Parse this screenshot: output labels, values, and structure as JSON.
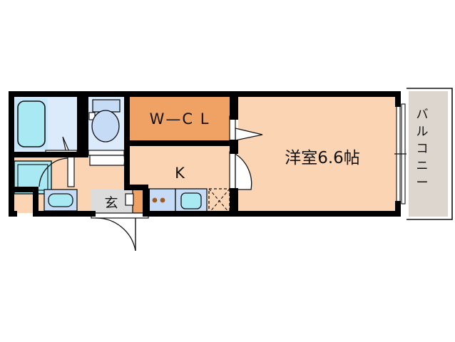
{
  "plan": {
    "title": "Apartment Floor Plan",
    "type": "1K",
    "rooms": [
      {
        "id": "main-room",
        "label": "洋室6.6帖",
        "kind": "western-room",
        "size_jo": 6.6,
        "fill": "#FBD5B3"
      },
      {
        "id": "walk-in-closet",
        "label": "W—C L",
        "kind": "walk-in-closet",
        "fill": "#F0A265"
      },
      {
        "id": "kitchen",
        "label": "K",
        "kind": "kitchen",
        "fill": "#FBD5B3"
      },
      {
        "id": "entrance",
        "label": "玄",
        "kind": "entrance",
        "fill": "#DCDCDC"
      },
      {
        "id": "balcony",
        "label": "バルコニー",
        "kind": "balcony",
        "fill": "#DDD6CE"
      },
      {
        "id": "bath",
        "label": "",
        "kind": "bathroom",
        "fill": "#DCEBFB"
      },
      {
        "id": "toilet",
        "label": "",
        "kind": "toilet",
        "fill": "#DCEBFB"
      },
      {
        "id": "washroom",
        "label": "",
        "kind": "washroom",
        "fill": "#FBD5B3"
      }
    ],
    "fixtures": [
      {
        "id": "bathtub",
        "name": "bathtub",
        "fill": "#A8E9F4"
      },
      {
        "id": "toilet-bowl",
        "name": "toilet-bowl",
        "fill": "#C6DCF6"
      },
      {
        "id": "toilet-tank",
        "name": "toilet-tank",
        "fill": "#C6DCF6"
      },
      {
        "id": "washing-machine-pan",
        "name": "washing-machine-pan",
        "fill": "#A8E9F4"
      },
      {
        "id": "vanity-basin",
        "name": "vanity-basin",
        "fill": "#A8E9F4"
      },
      {
        "id": "kitchen-sink",
        "name": "kitchen-sink",
        "fill": "#A8E9F4"
      },
      {
        "id": "stove-burners",
        "name": "stove-burners",
        "fill": "#A05A22"
      },
      {
        "id": "refrigerator-space",
        "name": "refrigerator-space",
        "fill": "#FBD5B3"
      },
      {
        "id": "shoe-cabinet",
        "name": "shoe-cabinet",
        "fill": "#F0A265"
      }
    ],
    "colors": {
      "wall": "#000000",
      "room_peach": "#FBD5B3",
      "closet_orange": "#F0A265",
      "water_blue": "#DCEBFB",
      "fixture_cyan": "#A8E9F4",
      "fixture_blue": "#C6DCF6",
      "entrance_gray": "#DCDCDC",
      "balcony_gray": "#DDD6CE",
      "background": "#FFFFFF",
      "outline": "#000000"
    },
    "labels": {
      "main_room": "洋室6.6帖",
      "walk_in_closet": "W—C L",
      "kitchen": "K",
      "entrance": "玄",
      "balcony": "バルコニー"
    },
    "balcony_chars": [
      "バ",
      "ル",
      "コ",
      "ニ",
      "ー"
    ]
  }
}
